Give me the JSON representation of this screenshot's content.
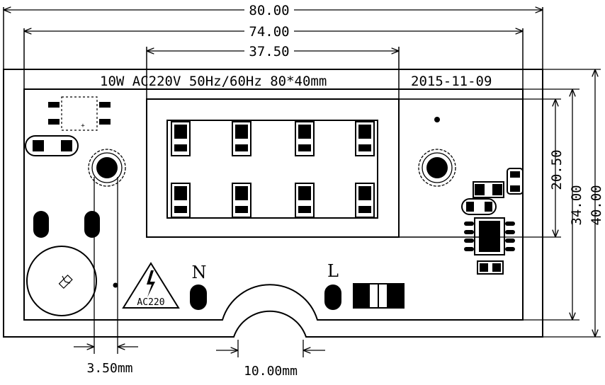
{
  "board_label": "10W AC220V 50Hz/60Hz 80*40mm",
  "date_label": "2015-11-09",
  "dimensions": {
    "width_overall": "80.00",
    "width_inner": "74.00",
    "width_led_area": "37.50",
    "height_overall": "40.00",
    "height_inner": "34.00",
    "height_led_area": "20.50",
    "pad_spacing": "3.50mm",
    "notch_width": "10.00mm"
  },
  "labels": {
    "neutral": "N",
    "live": "L",
    "warning_text": "AC220"
  },
  "icons": {
    "warning": "high-voltage-warning-icon",
    "varistor": "varistor-symbol-icon"
  },
  "colors": {
    "line": "#000000",
    "background": "#ffffff"
  }
}
